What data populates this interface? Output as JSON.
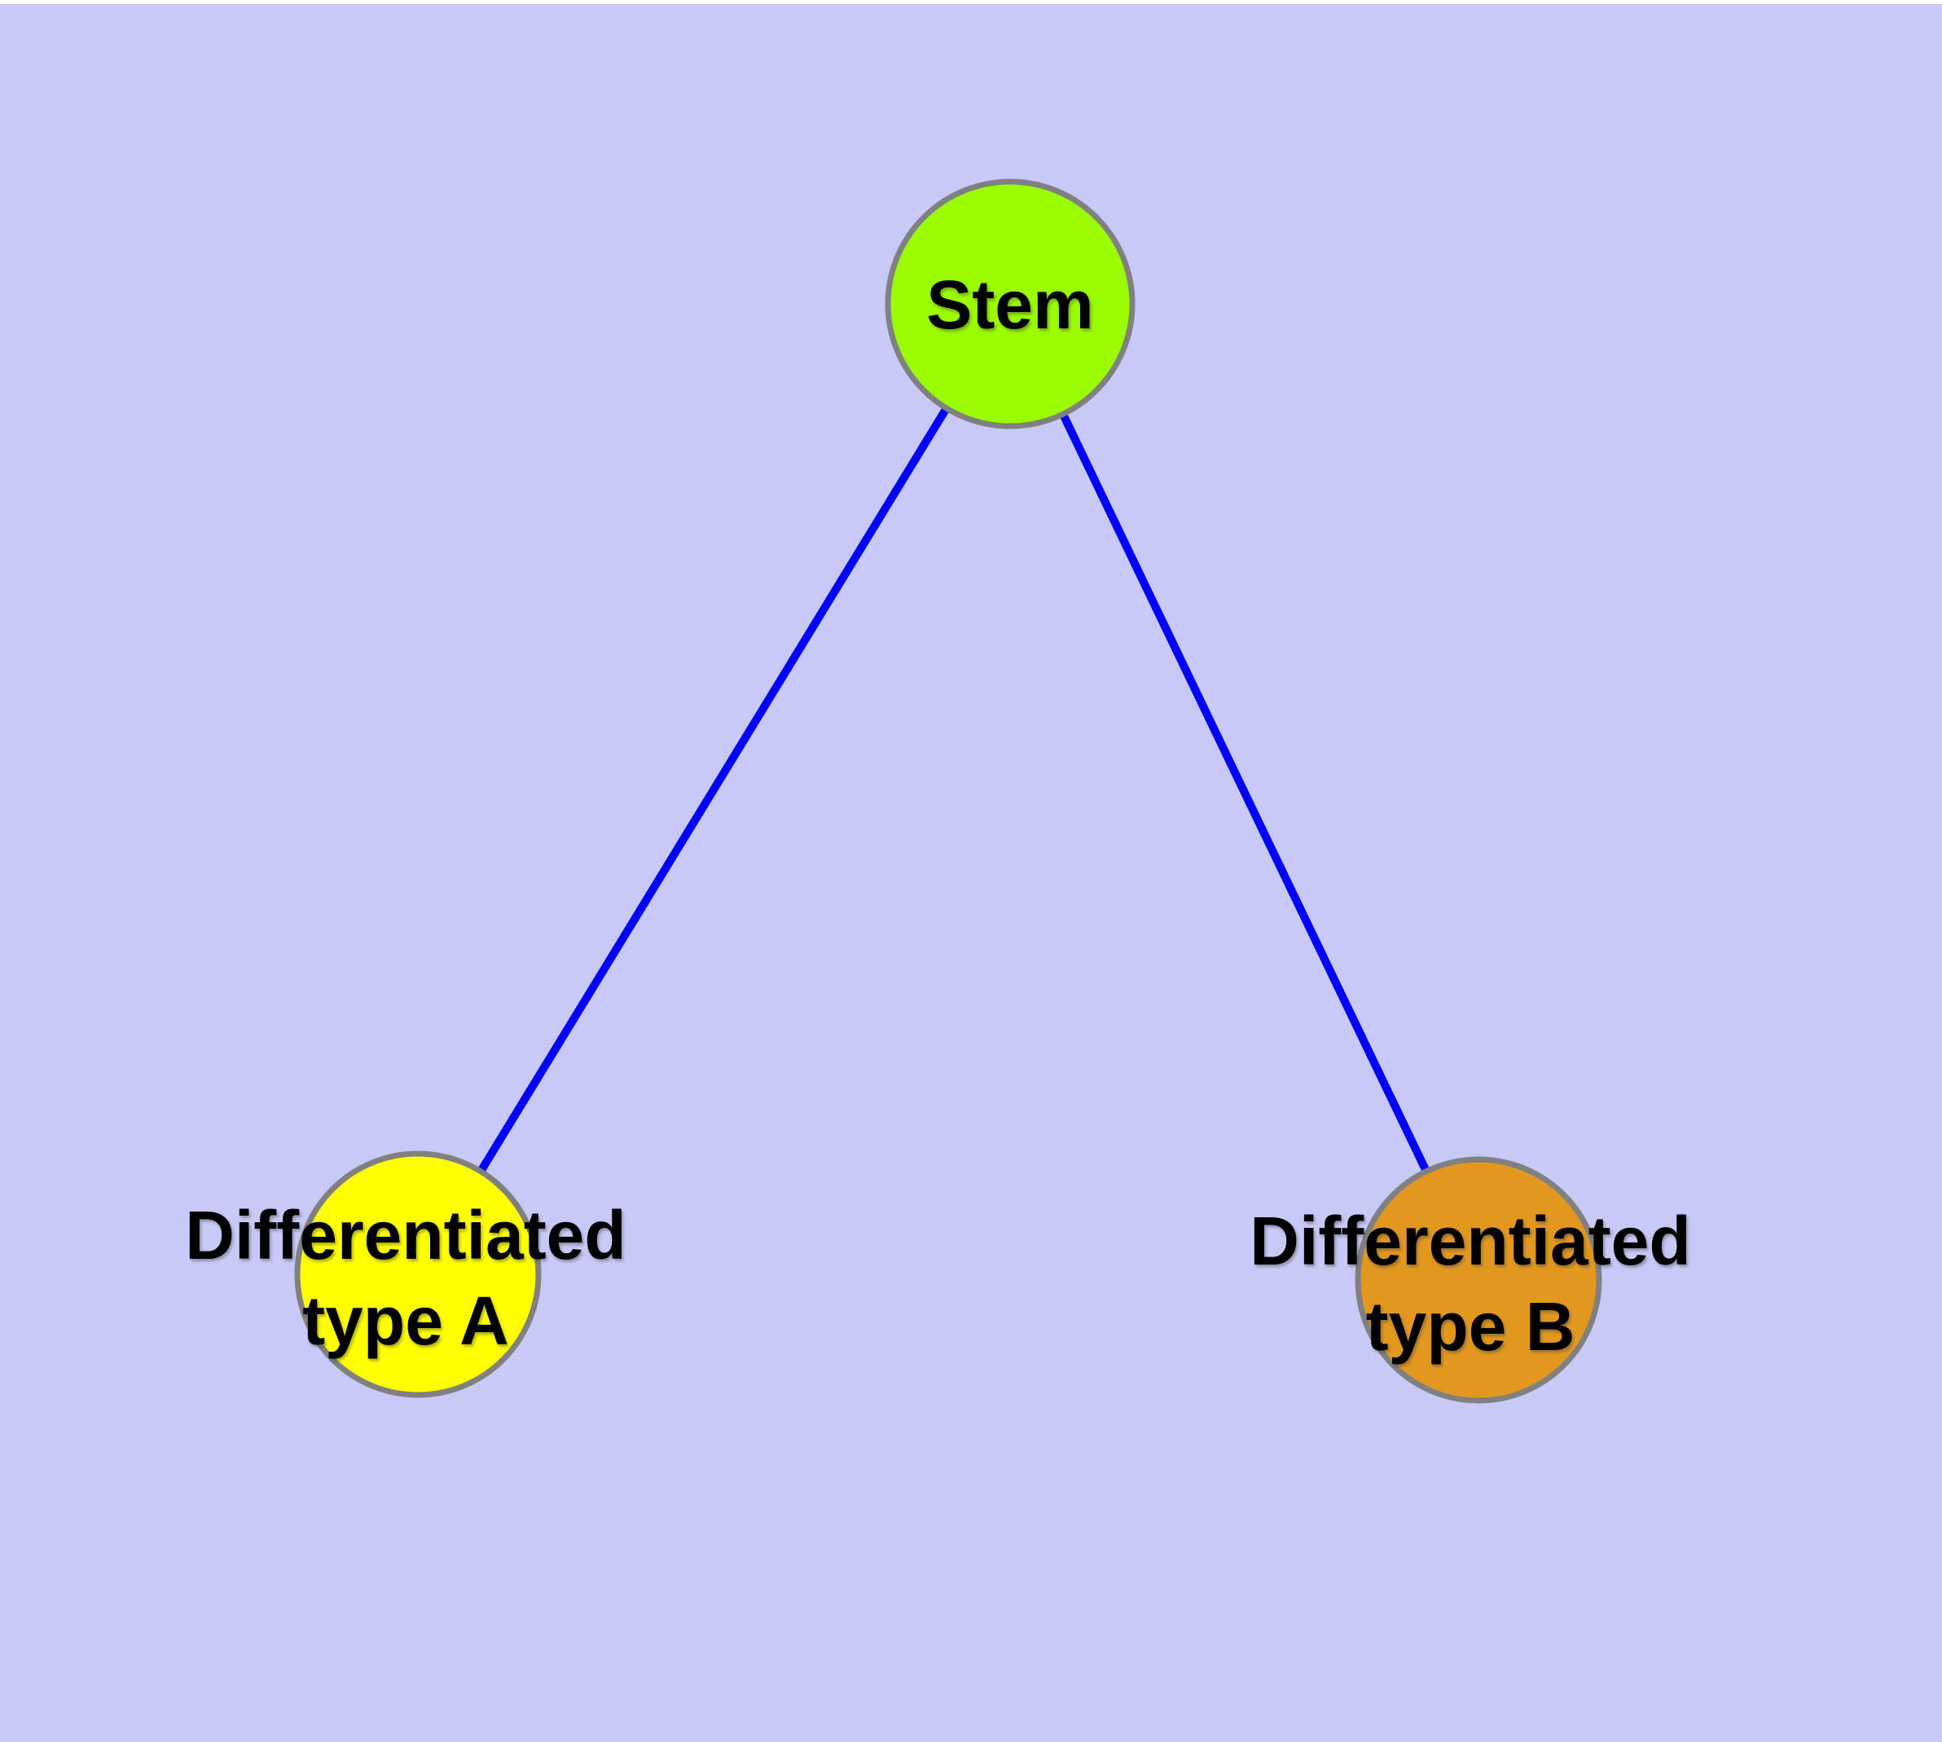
{
  "diagram": {
    "type": "graph",
    "top_margin_color": "#FFFFFF",
    "background_color": "#C9C9F7",
    "edge_color": "#0000FF",
    "node_border_color": "#808080",
    "label_color": "#000000",
    "nodes": [
      {
        "id": "stem",
        "label": "Stem",
        "fill": "#99FC00"
      },
      {
        "id": "differentiated-type-a",
        "label_line1": "Differentiated",
        "label_line2": "type A",
        "fill": "#FFFF00"
      },
      {
        "id": "differentiated-type-b",
        "label_line1": "Differentiated",
        "label_line2": "type B",
        "fill": "#E2981F"
      }
    ],
    "edges": [
      {
        "from": "Stem",
        "to": "Differentiated type A"
      },
      {
        "from": "Stem",
        "to": "Differentiated type B"
      }
    ]
  }
}
